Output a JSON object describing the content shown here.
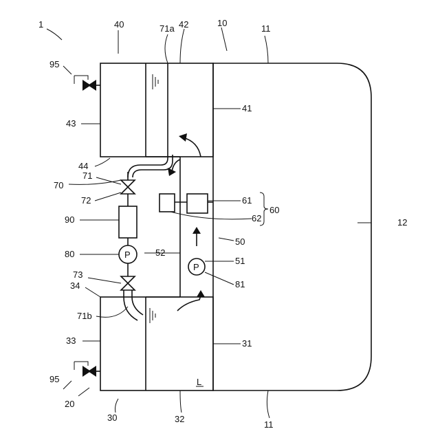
{
  "labels": {
    "l1": "1",
    "l10": "10",
    "l11_top": "11",
    "l11_bottom": "11",
    "l12": "12",
    "l20": "20",
    "l30": "30",
    "l31": "31",
    "l32": "32",
    "l33": "33",
    "l34": "34",
    "l40": "40",
    "l41": "41",
    "l42": "42",
    "l43": "43",
    "l44": "44",
    "l50": "50",
    "l51": "51",
    "l52": "52",
    "l60": "60",
    "l61": "61",
    "l62": "62",
    "l70": "70",
    "l71": "71",
    "l71a": "71a",
    "l71b": "71b",
    "l72": "72",
    "l73": "73",
    "l80": "80",
    "l81": "81",
    "l90": "90",
    "l95_top": "95",
    "l95_bottom": "95",
    "pump_p": "P",
    "pump_p2": "P",
    "corner_l": "L"
  }
}
